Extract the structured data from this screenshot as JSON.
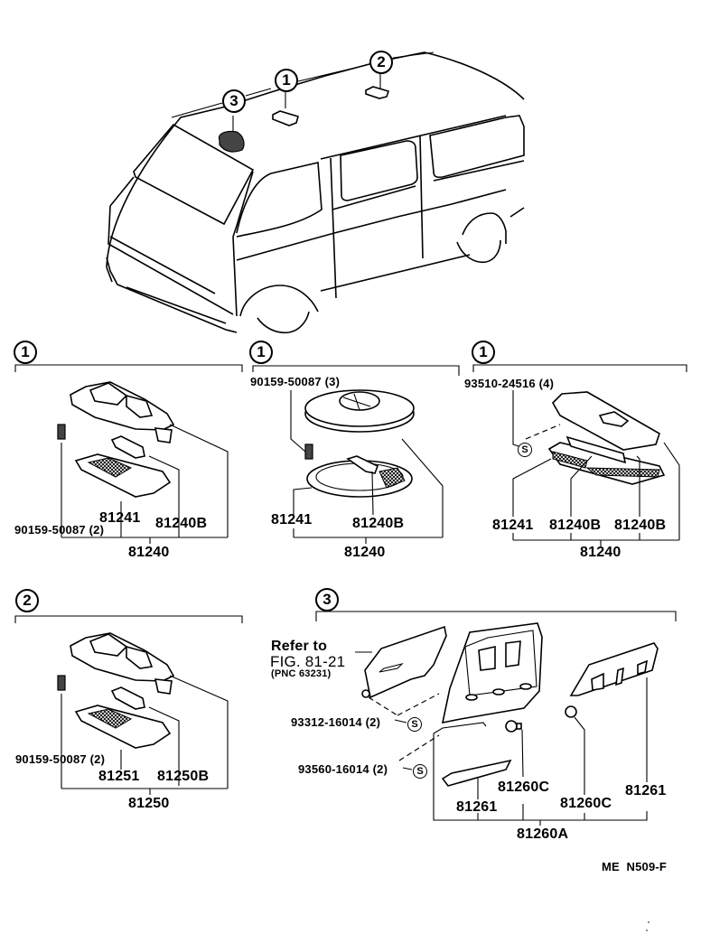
{
  "diagram": {
    "code": "ME  N509-F",
    "vehicle_callouts": [
      "1",
      "2",
      "3"
    ],
    "sections": [
      {
        "key": "1",
        "variant": "a",
        "assembly": "81240",
        "parts": [
          {
            "part_no": "81241"
          },
          {
            "part_no": "81240B"
          },
          {
            "part_no": "90159-50087 (2)"
          }
        ]
      },
      {
        "key": "1",
        "variant": "b",
        "assembly": "81240",
        "parts": [
          {
            "part_no": "90159-50087 (3)"
          },
          {
            "part_no": "81241"
          },
          {
            "part_no": "81240B"
          }
        ]
      },
      {
        "key": "1",
        "variant": "c",
        "assembly": "81240",
        "parts": [
          {
            "part_no": "93510-24516 (4)"
          },
          {
            "part_no": "81241"
          },
          {
            "part_no": "81240B"
          },
          {
            "part_no": "81240B"
          }
        ],
        "symbol": "S"
      },
      {
        "key": "2",
        "assembly": "81250",
        "parts": [
          {
            "part_no": "90159-50087 (2)"
          },
          {
            "part_no": "81251"
          },
          {
            "part_no": "81250B"
          }
        ]
      },
      {
        "key": "3",
        "assembly": "81260A",
        "refer": {
          "line1": "Refer to",
          "line2": "FIG. 81-21",
          "line3": "(PNC 63231)"
        },
        "parts": [
          {
            "part_no": "93312-16014 (2)"
          },
          {
            "part_no": "93560-16014 (2)"
          },
          {
            "part_no": "81261"
          },
          {
            "part_no": "81260C"
          },
          {
            "part_no": "81260C"
          },
          {
            "part_no": "81261"
          }
        ],
        "symbol": "S"
      }
    ]
  }
}
